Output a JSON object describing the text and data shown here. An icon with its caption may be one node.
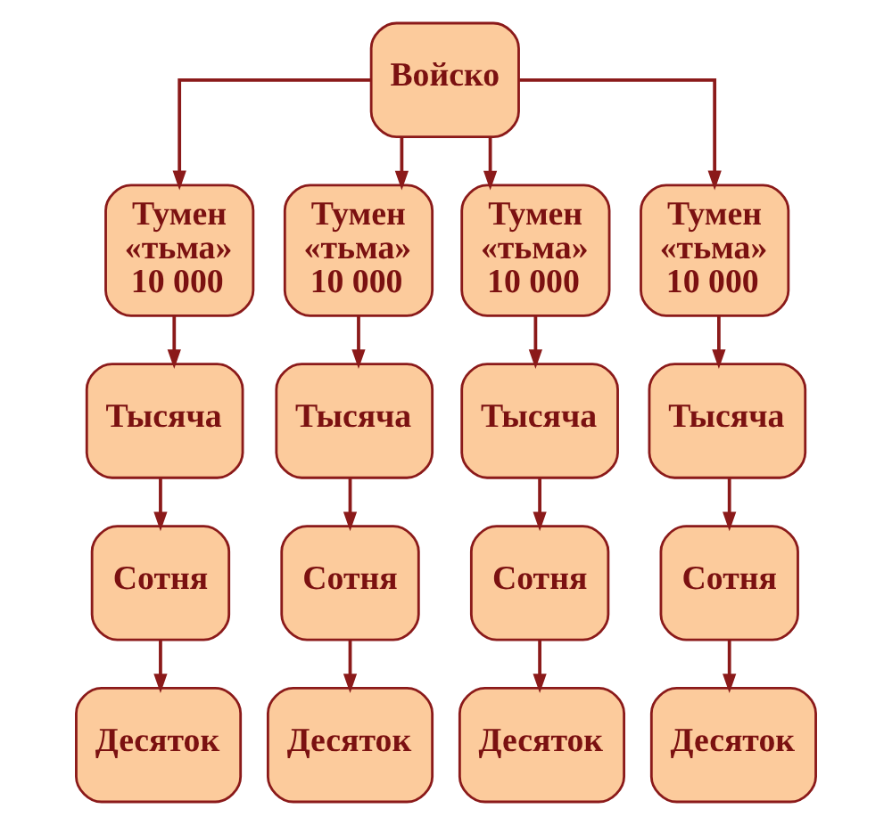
{
  "diagram": {
    "nodes": [
      {
        "text": [
          "Войско"
        ]
      },
      {
        "text": [
          "Тумен «тьма» 10 000"
        ]
      },
      {
        "text": [
          "Тумен «тьма» 10 000"
        ]
      },
      {
        "text": [
          "Тумен «тьма» 10 000"
        ]
      },
      {
        "text": [
          "Тумен «тьма» 10 000"
        ]
      },
      {
        "text": [
          "Тысяча"
        ]
      },
      {
        "text": [
          "Тысяча"
        ]
      },
      {
        "text": [
          "Тысяча"
        ]
      },
      {
        "text": [
          "Тысяча"
        ]
      },
      {
        "text": [
          "Сотня"
        ]
      },
      {
        "text": [
          "Сотня"
        ]
      },
      {
        "text": [
          "Сотня"
        ]
      },
      {
        "text": [
          "Сотня"
        ]
      },
      {
        "text": [
          "Десяток"
        ]
      },
      {
        "text": [
          "Десяток"
        ]
      },
      {
        "text": [
          "Десяток"
        ]
      },
      {
        "text": [
          "Десяток"
        ]
      }
    ],
    "edges": [
      {
        "from": 0,
        "to": 1,
        "arrow": "to"
      },
      {
        "from": 0,
        "to": 2,
        "arrow": "to"
      },
      {
        "from": 0,
        "to": 3,
        "arrow": "to"
      },
      {
        "from": 0,
        "to": 4,
        "arrow": "to"
      },
      {
        "from": 1,
        "to": 5,
        "arrow": "to"
      },
      {
        "from": 2,
        "to": 6,
        "arrow": "to"
      },
      {
        "from": 3,
        "to": 7,
        "arrow": "to"
      },
      {
        "from": 4,
        "to": 8,
        "arrow": "to"
      },
      {
        "from": 5,
        "to": 9,
        "arrow": "to"
      },
      {
        "from": 6,
        "to": 10,
        "arrow": "to"
      },
      {
        "from": 7,
        "to": 11,
        "arrow": "to"
      },
      {
        "from": 8,
        "to": 12,
        "arrow": "to"
      },
      {
        "from": 9,
        "to": 13,
        "arrow": "to"
      },
      {
        "from": 10,
        "to": 14,
        "arrow": "to"
      },
      {
        "from": 11,
        "to": 15,
        "arrow": "to"
      },
      {
        "from": 12,
        "to": 16,
        "arrow": "to"
      }
    ]
  }
}
